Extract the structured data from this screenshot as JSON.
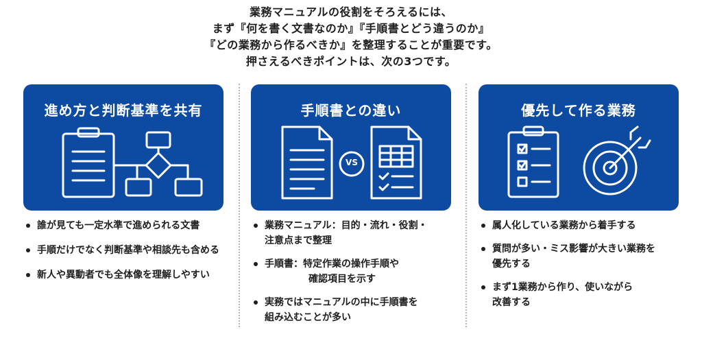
{
  "intro": {
    "lines": [
      "業務マニュアルの役割をそろえるには、",
      "まず『何を書く文書なのか』『手順書とどう違うのか』",
      "『どの業務から作るべきか』を整理することが重要です。",
      "押さえるべきポイントは、次の3つです。"
    ]
  },
  "cards": [
    {
      "title": "進め方と判断基準を共有",
      "icons": [
        "clipboard-icon",
        "flowchart-icon"
      ],
      "bullets": [
        {
          "lines": [
            "誰が見ても一定水準で進められる文書"
          ]
        },
        {
          "lines": [
            "手順だけでなく判断基準や相談先も含める"
          ]
        },
        {
          "lines": [
            "新人や異動者でも全体像を理解しやすい"
          ]
        }
      ]
    },
    {
      "title": "手順書との違い",
      "icons": [
        "document-icon",
        "checklist-table-icon"
      ],
      "vs_label": "VS",
      "bullets": [
        {
          "lines": [
            "業務マニュアル：目的・流れ・役割・",
            "注意点まで整理"
          ]
        },
        {
          "lines": [
            "手順書：特定作業の操作手順や",
            "確認項目を示す"
          ]
        },
        {
          "lines": [
            "実務ではマニュアルの中に手順書を",
            "組み込むことが多い"
          ]
        }
      ]
    },
    {
      "title": "優先して作る業務",
      "icons": [
        "checklist-clipboard-icon",
        "target-icon"
      ],
      "bullets": [
        {
          "lines": [
            "属人化している業務から着手する"
          ]
        },
        {
          "lines": [
            "質問が多い・ミス影響が大きい業務を",
            "優先する"
          ]
        },
        {
          "lines": [
            "まず1業務から作り、使いながら",
            "改善する"
          ]
        }
      ]
    }
  ],
  "colors": {
    "card_bg": "#0d4aa1",
    "text": "#1e1e1e",
    "divider": "#b5b5b5"
  }
}
